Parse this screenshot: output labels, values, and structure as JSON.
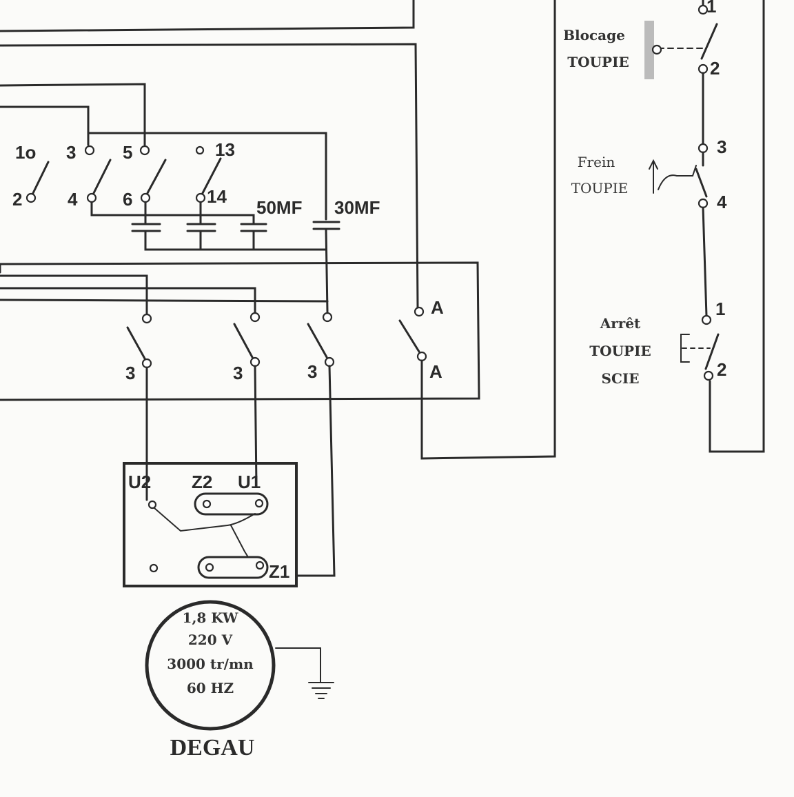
{
  "switch_terminals": {
    "t1": "1o",
    "t2": "2",
    "t3": "3",
    "t4": "4",
    "t5": "5",
    "t6": "6",
    "t13": "13",
    "t14": "14"
  },
  "capacitors": {
    "c1": "50MF",
    "c2": "30MF"
  },
  "contactor": {
    "contact_label": "3",
    "aux_label": "A"
  },
  "motor_terminals": {
    "u2": "U2",
    "z2": "Z2",
    "u1": "U1",
    "z1": "Z1"
  },
  "motor": {
    "power": "1,8 KW",
    "voltage": "220 V",
    "speed": "3000 tr/mn",
    "frequency": "60 HZ",
    "brand": "DEGAU"
  },
  "right_panel": {
    "blocage": {
      "line1": "Blocage",
      "line2": "TOUPIE"
    },
    "frein": {
      "line1": "Frein",
      "line2": "TOUPIE"
    },
    "arret": {
      "line1": "Arrêt",
      "line2": "TOUPIE",
      "line3": "SCIE"
    },
    "terminals": [
      "1",
      "2",
      "3",
      "4",
      "1",
      "2"
    ]
  }
}
